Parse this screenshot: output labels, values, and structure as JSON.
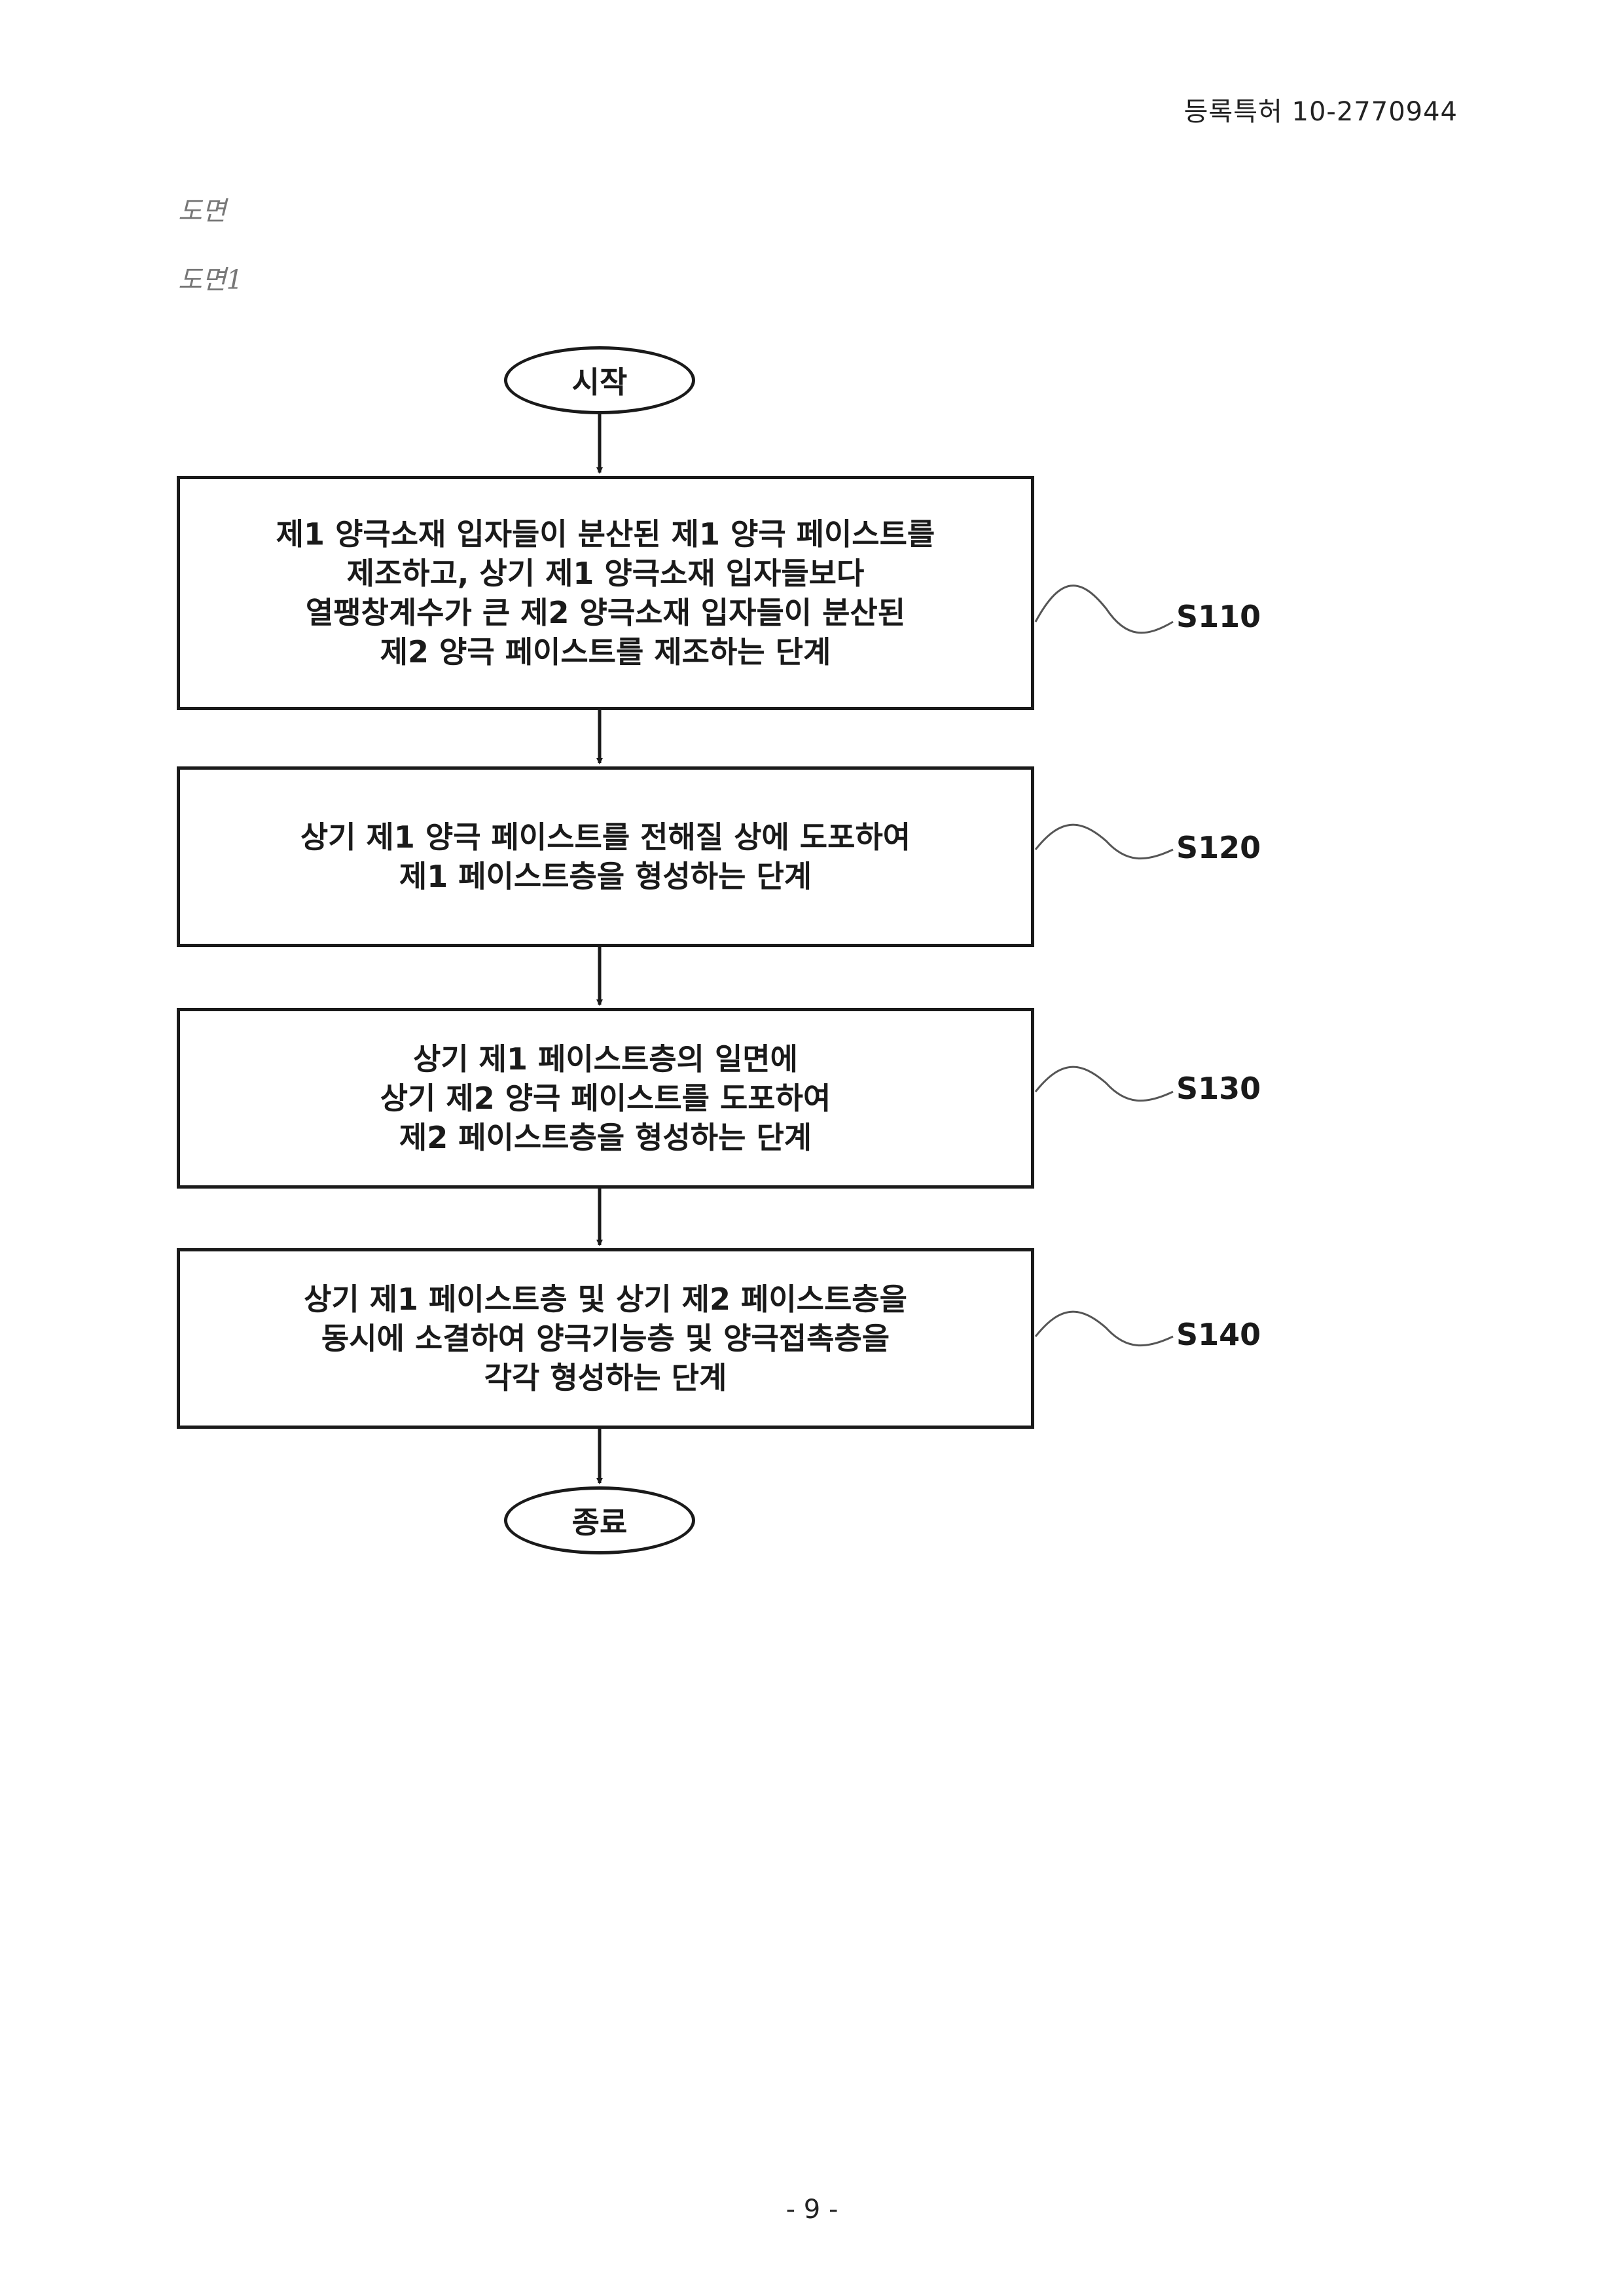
{
  "header": {
    "patent_id": "등록특허 10-2770944"
  },
  "sections": {
    "drawings_heading": "도면",
    "figure_heading": "도면1"
  },
  "flowchart": {
    "start": "시작",
    "end": "종료",
    "steps": [
      {
        "id": "S110",
        "text": "제1 양극소재 입자들이 분산된 제1 양극 페이스트를\n제조하고, 상기 제1 양극소재 입자들보다\n열팽창계수가 큰 제2 양극소재 입자들이 분산된\n제2 양극 페이스트를 제조하는 단계"
      },
      {
        "id": "S120",
        "text": "상기 제1 양극 페이스트를 전해질 상에 도포하여\n제1 페이스트층을 형성하는 단계"
      },
      {
        "id": "S130",
        "text": "상기 제1 페이스트층의 일면에\n상기 제2 양극 페이스트를 도포하여\n제2 페이스트층을 형성하는 단계"
      },
      {
        "id": "S140",
        "text": "상기 제1 페이스트층 및 상기 제2 페이스트층을\n동시에 소결하여 양극기능층 및 양극접촉층을\n각각 형성하는 단계"
      }
    ]
  },
  "footer": {
    "page_number": "- 9 -"
  }
}
